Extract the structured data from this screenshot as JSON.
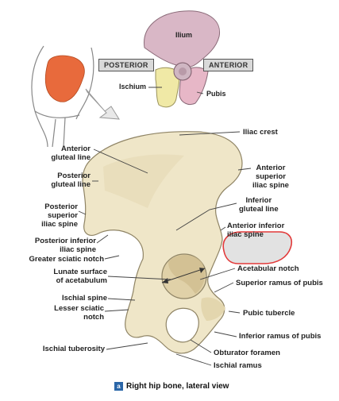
{
  "inset": {
    "ilium": "Ilium",
    "posterior": "POSTERIOR",
    "anterior": "ANTERIOR",
    "ischium": "Ischium",
    "pubis": "Pubis"
  },
  "labels_left": {
    "anterior_gluteal_line": "Anterior\ngluteal line",
    "posterior_gluteal_line": "Posterior\ngluteal line",
    "posterior_superior_iliac_spine": "Posterior\nsuperior\niliac spine",
    "posterior_inferior_iliac_spine": "Posterior inferior\niliac spine",
    "greater_sciatic_notch": "Greater sciatic notch",
    "lunate_surface": "Lunate surface\nof acetabulum",
    "ischial_spine": "Ischial spine",
    "lesser_sciatic_notch": "Lesser sciatic\nnotch",
    "ischial_tuberosity": "Ischial tuberosity"
  },
  "labels_right": {
    "iliac_crest": "Iliac crest",
    "anterior_superior_iliac_spine": "Anterior\nsuperior\niliac spine",
    "inferior_gluteal_line": "Inferior\ngluteal line",
    "anterior_inferior_iliac_spine": "Anterior inferior\niliac spine",
    "acetabular_notch": "Acetabular notch",
    "superior_ramus_of_pubis": "Superior ramus of pubis",
    "pubic_tubercle": "Pubic tubercle",
    "inferior_ramus_of_pubis": "Inferior ramus of pubis",
    "obturator_foramen": "Obturator foramen",
    "ischial_ramus": "Ischial ramus"
  },
  "caption": {
    "badge": "a",
    "text": "Right hip bone, lateral view"
  },
  "colors": {
    "bone": "#efe6c8",
    "bone_shade": "#d8caa0",
    "ilium": "#d9b7c6",
    "ischium": "#f0e9a6",
    "pubis": "#e7b7c7",
    "highlight": "#e86a3c",
    "redaction": "#e2e2e2",
    "redaction_border": "#e23a3a"
  }
}
